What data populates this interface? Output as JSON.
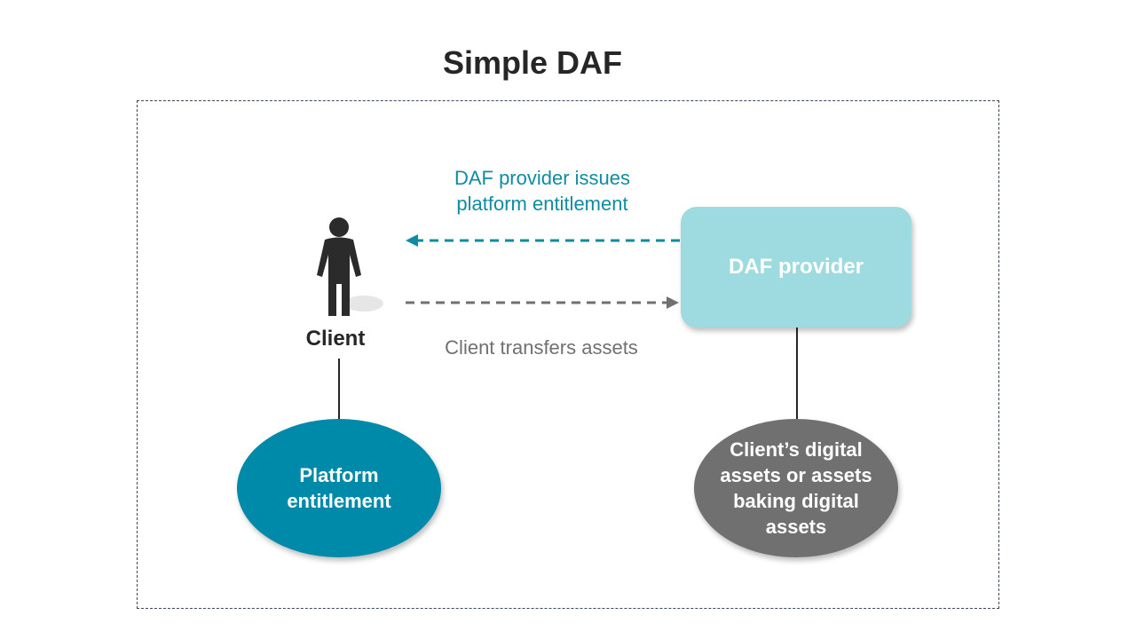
{
  "title": "Simple DAF",
  "client": {
    "label": "Client"
  },
  "provider": {
    "label": "DAF provider",
    "color": "#9ddbe0"
  },
  "entitlement": {
    "lines": [
      "Platform",
      "entitlement"
    ],
    "color": "#008aa9"
  },
  "assets": {
    "lines": [
      "Client’s digital",
      "assets or assets",
      "baking digital",
      "assets"
    ],
    "color": "#707070"
  },
  "arrows": {
    "issues": {
      "lines": [
        "DAF provider issues",
        "platform entitlement"
      ],
      "color": "#0f8ca3"
    },
    "transfers": {
      "label": "Client transfers assets",
      "color": "#707070"
    }
  },
  "icons": {
    "client": "person-icon"
  }
}
